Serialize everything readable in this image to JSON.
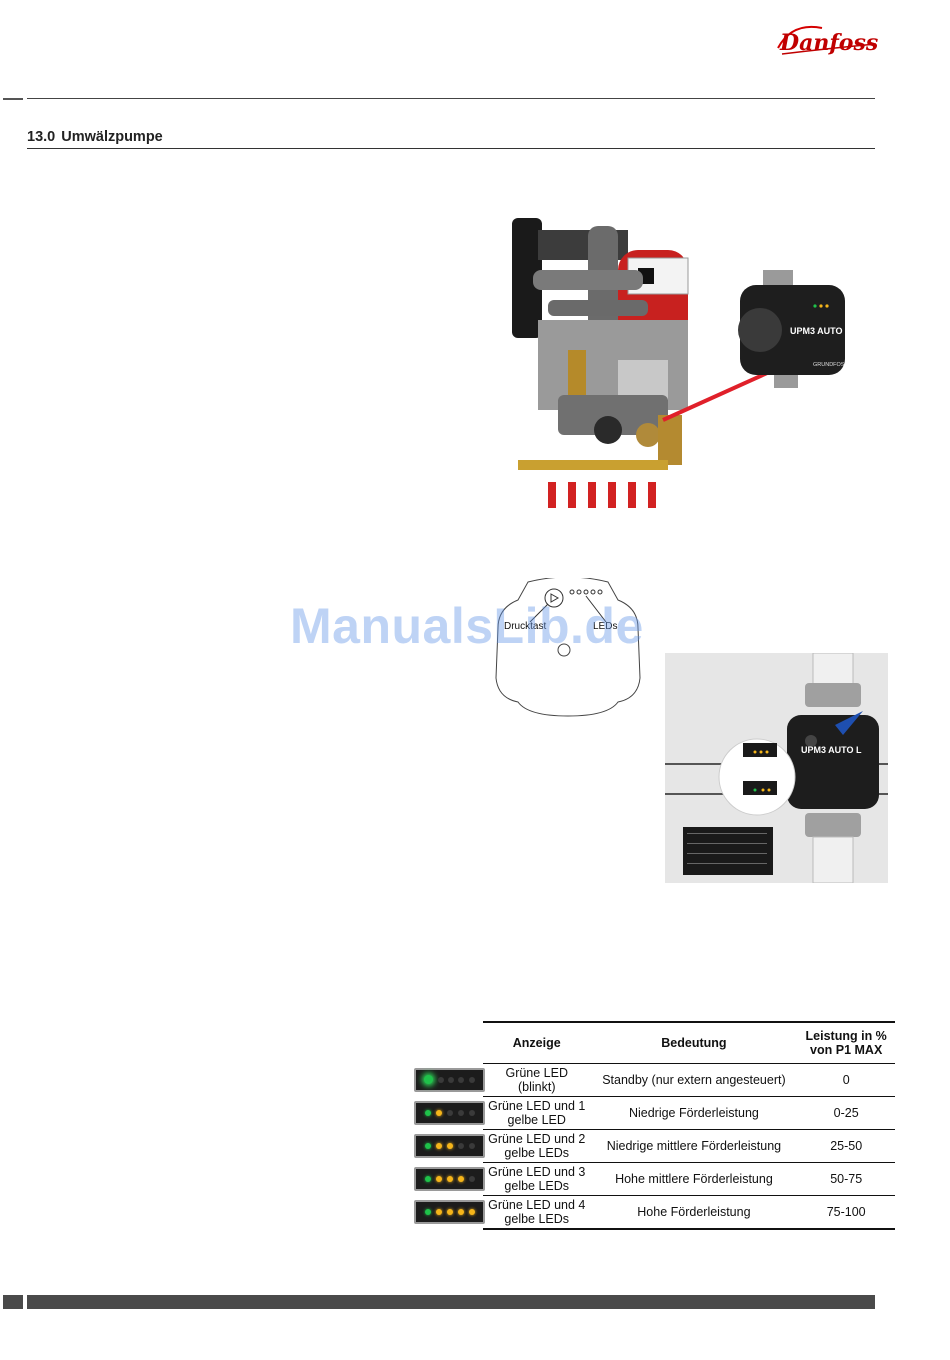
{
  "header": {
    "brand": "Danfoss"
  },
  "section": {
    "number": "13.0",
    "title": "Umwälzpumpe"
  },
  "figures": {
    "pump_label": "UPM3 AUTO L",
    "pump_brand": "GRUNDFOS",
    "diagram": {
      "button_label": "Drucktast",
      "leds_label": "LEDs"
    },
    "pump_photo_label": "UPM3 AUTO L"
  },
  "watermark": "ManualsLib.de",
  "table": {
    "headers": [
      "Anzeige",
      "Bedeutung",
      "Leistung in % von P1 MAX"
    ],
    "rows": [
      {
        "anzeige": "Grüne LED (blinkt)",
        "bedeutung": "Standby (nur extern angesteuert)",
        "leistung": "0",
        "yellow": 0,
        "blink": true
      },
      {
        "anzeige": "Grüne LED und 1 gelbe LED",
        "bedeutung": "Niedrige Förderleistung",
        "leistung": "0-25",
        "yellow": 1,
        "blink": false
      },
      {
        "anzeige": "Grüne LED und 2 gelbe LEDs",
        "bedeutung": "Niedrige mittlere Förderleistung",
        "leistung": "25-50",
        "yellow": 2,
        "blink": false
      },
      {
        "anzeige": "Grüne LED und 3 gelbe LEDs",
        "bedeutung": "Hohe mittlere Förderleistung",
        "leistung": "50-75",
        "yellow": 3,
        "blink": false
      },
      {
        "anzeige": "Grüne LED und 4 gelbe LEDs",
        "bedeutung": "Hohe Förderleistung",
        "leistung": "75-100",
        "yellow": 4,
        "blink": false
      }
    ]
  },
  "colors": {
    "led_green": "#1fc24a",
    "led_yellow": "#f5b51a",
    "arrow_red": "#e0202a",
    "watermark": "#6496e6"
  }
}
